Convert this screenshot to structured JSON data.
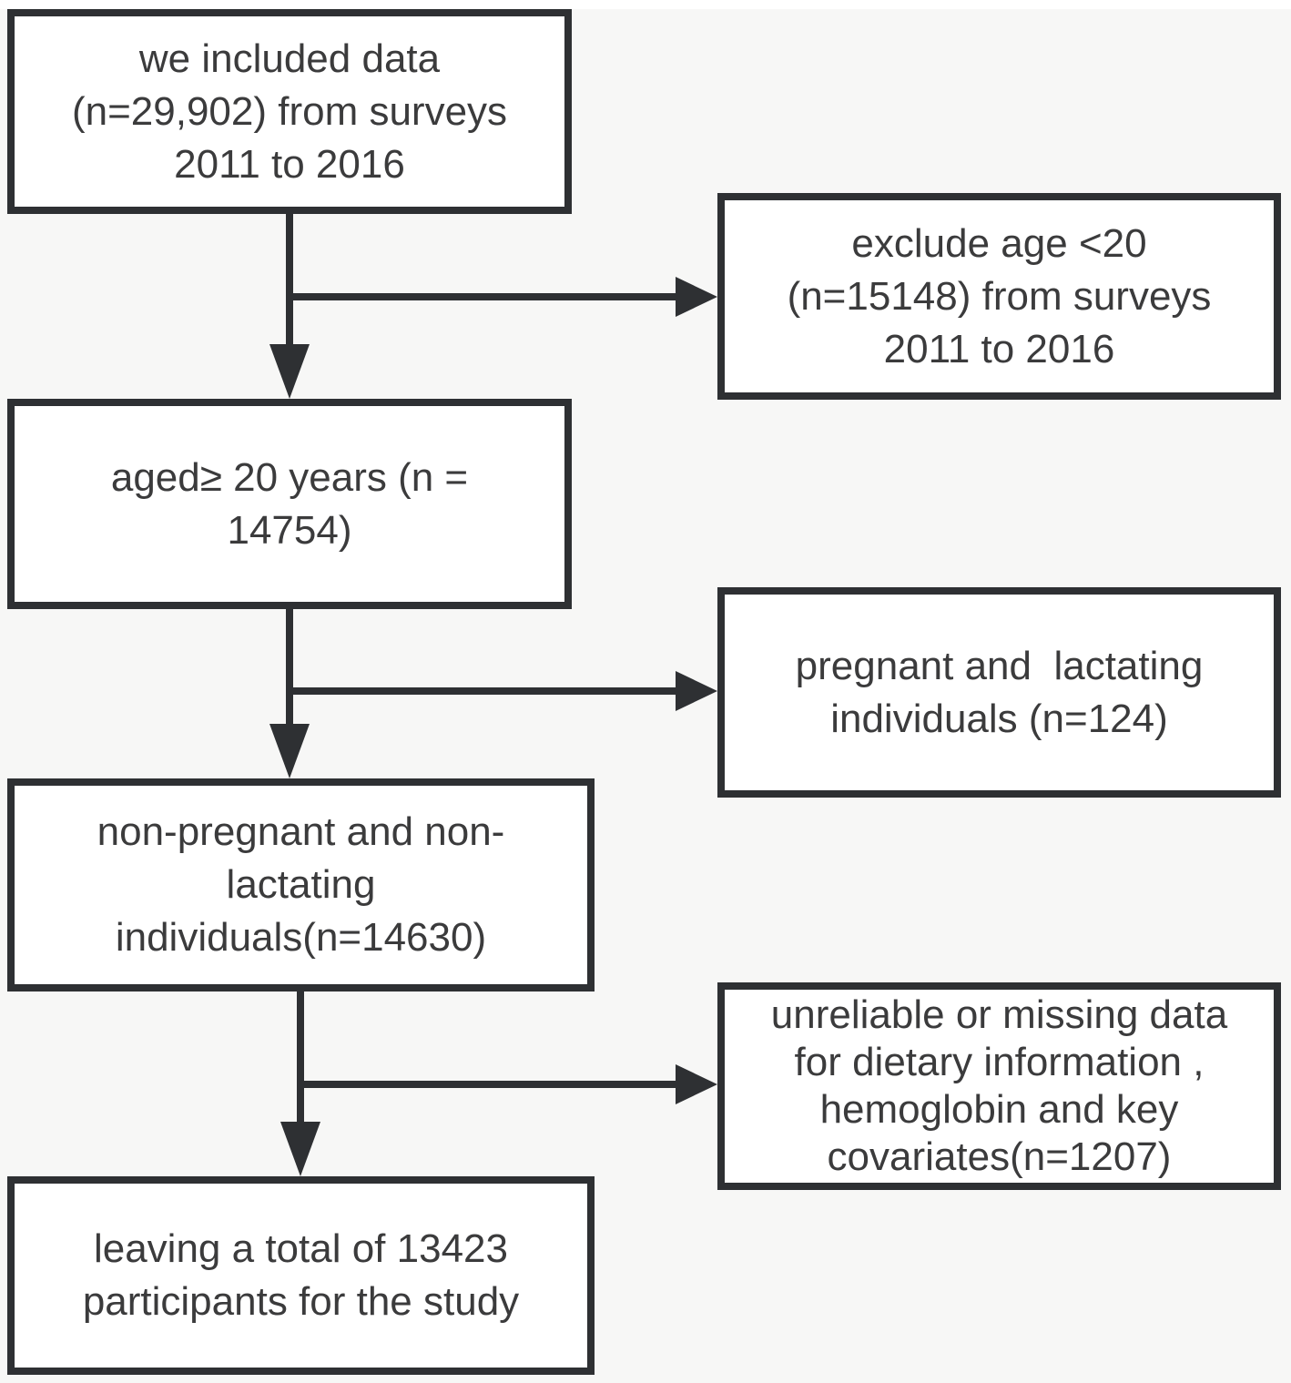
{
  "figure": {
    "type": "participant-flow-diagram",
    "main_boxes": [
      {
        "id": "included-data",
        "text": "we included data\n(n=29,902) from surveys\n2011 to 2016"
      },
      {
        "id": "aged-20",
        "text": "aged≥ 20 years (n =\n14754)"
      },
      {
        "id": "non-pregnant",
        "text": "non-pregnant and non-\nlactating\nindividuals(n=14630)"
      },
      {
        "id": "final-sample",
        "text": "leaving a total of 13423\nparticipants for the study"
      }
    ],
    "exclusion_boxes": [
      {
        "id": "age-exclusion",
        "text": "exclude age <20\n(n=15148) from surveys\n2011 to 2016"
      },
      {
        "id": "pregnant-exclusion",
        "text": "pregnant and  lactating\nindividuals (n=124)"
      },
      {
        "id": "missing-data-exclusion",
        "text": "unreliable or missing data\nfor dietary information ,\nhemoglobin and key\ncovariates(n=1207)"
      }
    ],
    "colors": {
      "background": "#f7f7f6",
      "box_fill": "#ffffff",
      "border": "#2e3033",
      "text": "#3b3b3c"
    }
  }
}
